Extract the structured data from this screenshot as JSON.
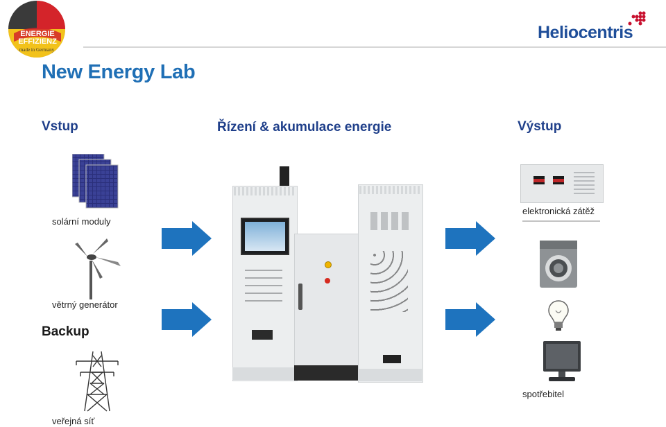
{
  "header": {
    "badge": {
      "line1": "ENERGIE",
      "line2": "EFFIZIENZ",
      "line3": "made in Germany"
    },
    "brand": "Heliocentris"
  },
  "slide": {
    "title": "New Energy Lab",
    "columns": {
      "input": "Vstup",
      "control": "Řízení & akumulace energie",
      "output": "Výstup"
    },
    "inputs": [
      {
        "label": "solární moduly",
        "icon": "solar-panel-icon"
      },
      {
        "label": "větrný generátor",
        "icon": "wind-turbine-icon"
      }
    ],
    "backup_heading": "Backup",
    "backup": [
      {
        "label": "veřejná síť",
        "icon": "power-pylon-icon"
      }
    ],
    "outputs": [
      {
        "label": "elektronická zátěž",
        "icon": "electronic-load-icon"
      },
      {
        "label": "",
        "icon": "washing-machine-icon"
      },
      {
        "label": "",
        "icon": "light-bulb-icon"
      },
      {
        "label": "spotřebitel",
        "icon": "tv-monitor-icon"
      }
    ]
  },
  "colors": {
    "title": "#1f6fb5",
    "heading": "#1f3f8a",
    "arrow": "#1e73be",
    "brand_red": "#c8102e",
    "brand_blue": "#1f4e99"
  }
}
